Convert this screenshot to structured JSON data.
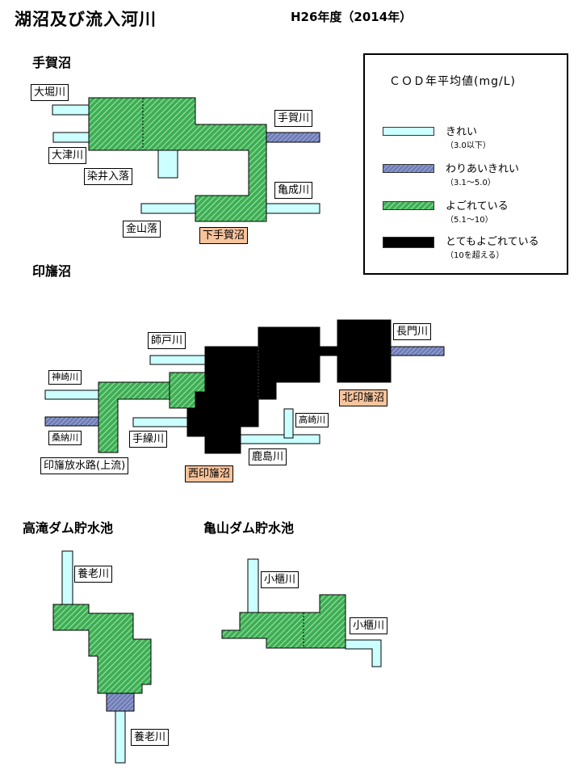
{
  "title": "湖沼及び流入河川",
  "year": "H26年度（2014年）",
  "colors": {
    "clean": "#ccffff",
    "somewhat_clean": "#6f7db8",
    "dirty": "#3cb054",
    "very_dirty": "#000000"
  },
  "legend": {
    "title": "ＣＯＤ年平均値(mg/L)",
    "items": [
      {
        "label": "きれい",
        "range": "（3.0以下）",
        "color": "clean"
      },
      {
        "label": "わりあいきれい",
        "range": "（3.1～5.0）",
        "color": "somewhat_clean"
      },
      {
        "label": "よごれている",
        "range": "（5.1～10）",
        "color": "dirty"
      },
      {
        "label": "とてもよごれている",
        "range": "（10を超える）",
        "color": "very_dirty"
      }
    ]
  },
  "sections": {
    "teganuma": {
      "title": "手賀沼",
      "labels": {
        "ohori": "大堀川",
        "otsu": "大津川",
        "somei": "染井入落",
        "kanayama": "金山落",
        "shimo_teganuma": "下手賀沼",
        "tega": "手賀川",
        "kamenari": "亀成川"
      }
    },
    "inbanuma": {
      "title": "印旛沼",
      "labels": {
        "shido": "師戸川",
        "kanzaki": "神崎川",
        "kuwano": "桑納川",
        "housui": "印旛放水路(上流)",
        "tekuri": "手繰川",
        "nishi": "西印旛沼",
        "kashima": "鹿島川",
        "takasaki": "高崎川",
        "kita": "北印旛沼",
        "nagato": "長門川"
      }
    },
    "takataki": {
      "title": "高滝ダム貯水池",
      "labels": {
        "yoro_up": "養老川",
        "yoro_down": "養老川"
      }
    },
    "kameyama": {
      "title": "亀山ダム貯水池",
      "labels": {
        "obitsu1": "小櫃川",
        "obitsu2": "小櫃川"
      }
    }
  }
}
